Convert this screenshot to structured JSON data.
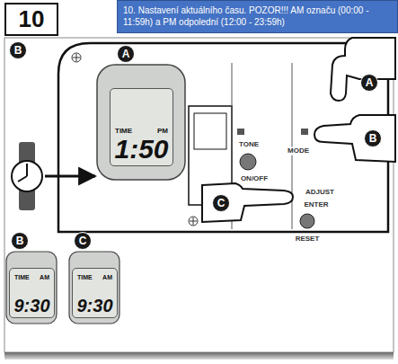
{
  "diagram": {
    "title": "10. Nastavení aktuálního času. POZOR!!! AM označu (00:00 - 11:59h) a PM odpolední (12:00 - 23:59h)",
    "nodes": [
      {
        "text": [
          "10"
        ]
      },
      {
        "text": [
          "TIME",
          "PM",
          "1:50"
        ]
      },
      {
        "text": [
          "TIME",
          "AM",
          "9:30"
        ]
      },
      {
        "text": [
          "TIME",
          "AM",
          "9:30"
        ]
      }
    ],
    "labels": [
      "B",
      "A",
      "A",
      "B",
      "C",
      "B",
      "C",
      "TONE",
      "MODE",
      "ON/OFF",
      "ADJUST",
      "ENTER",
      "RESET"
    ]
  }
}
